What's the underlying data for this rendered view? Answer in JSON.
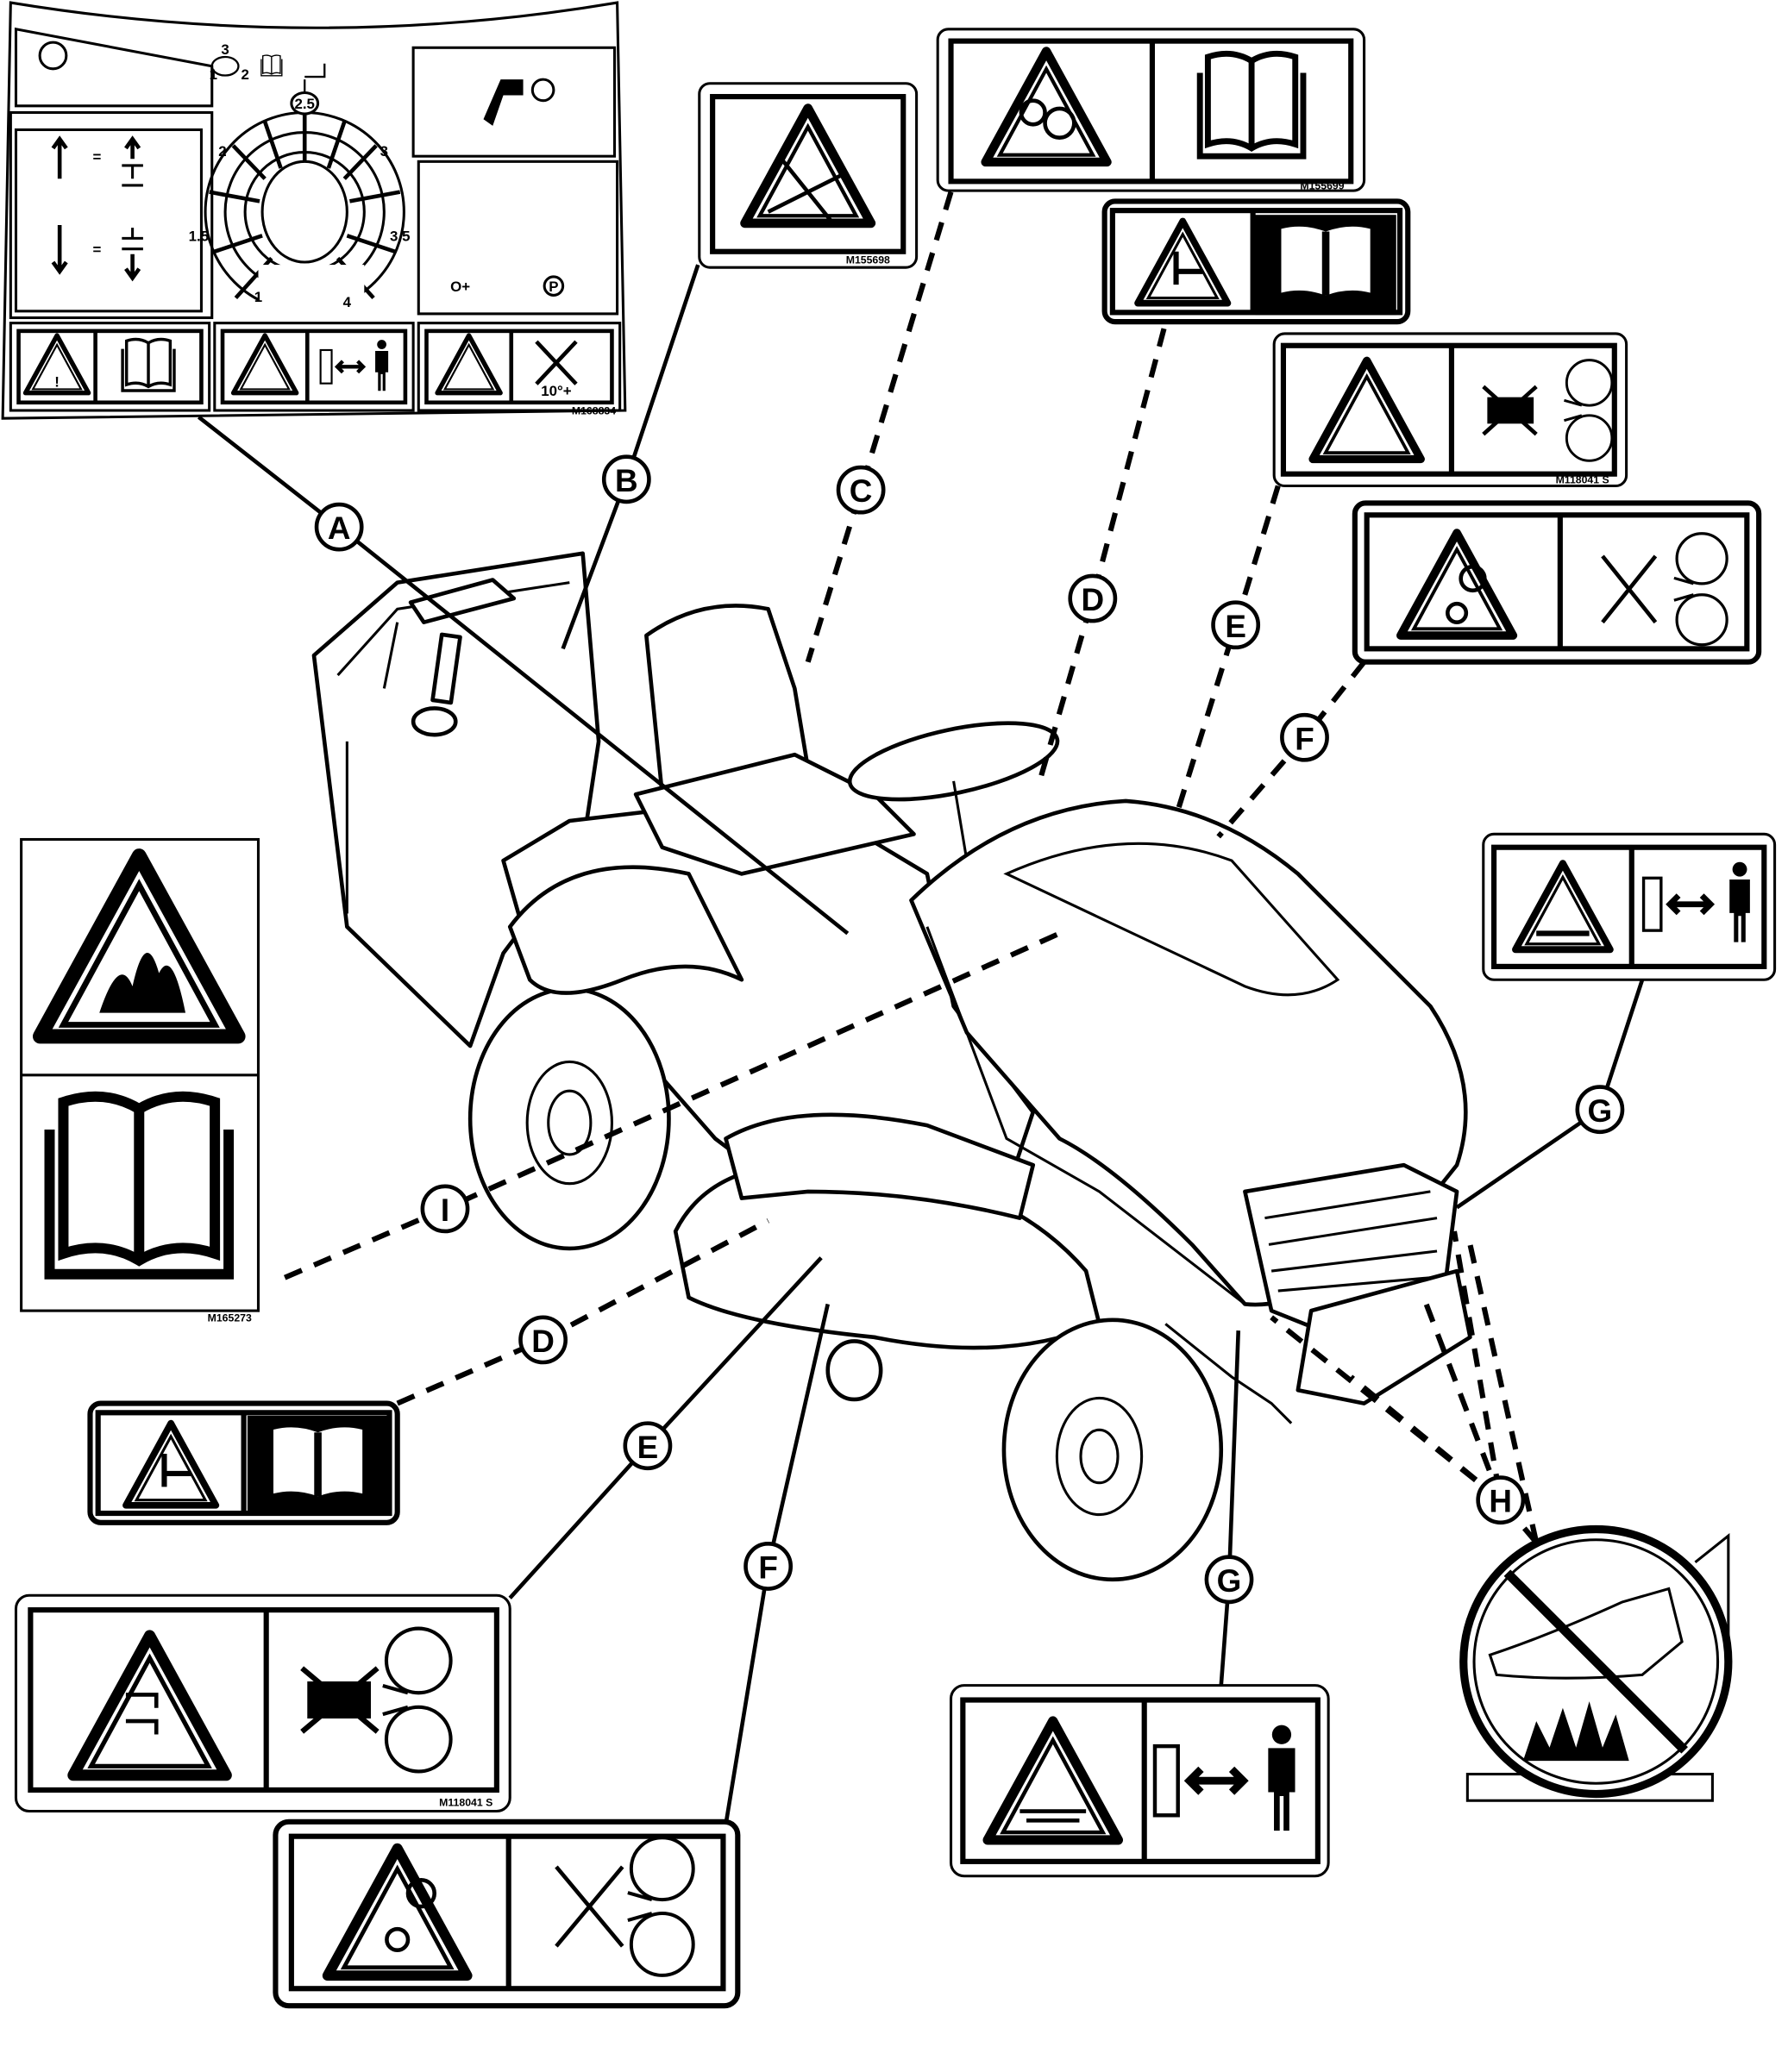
{
  "diagram": {
    "callouts": {
      "a": "A",
      "b": "B",
      "c": "C",
      "d_top": "D",
      "e_top": "E",
      "f_top": "F",
      "g_right": "G",
      "i": "I",
      "d_bottom": "D",
      "e_bottom": "E",
      "f_bottom": "F",
      "g_bottom": "G",
      "h": "H"
    },
    "label_codes": {
      "b": "M155698",
      "c": "M155699",
      "i": "M165273",
      "e": "M118041   S",
      "a": "M168834"
    },
    "dashboard": {
      "height_settings": [
        "1",
        "1.5",
        "2",
        "2.5",
        "3",
        "3.5",
        "4"
      ],
      "selected_height": "2.5",
      "slope_text": "10°+",
      "bulb_numbers": [
        "1",
        "2",
        "3"
      ]
    },
    "colors": {
      "ink": "#000000",
      "paper": "#ffffff"
    }
  }
}
